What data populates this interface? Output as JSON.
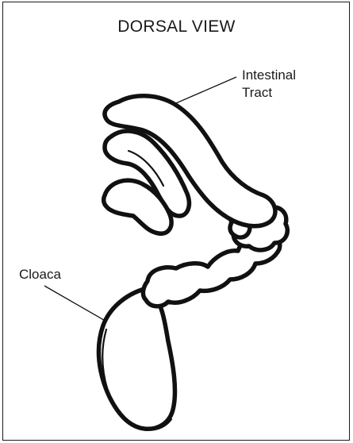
{
  "title": "DORSAL VIEW",
  "labels": {
    "intestinal_tract": "Intestinal\nTract",
    "cloaca": "Cloaca"
  }
}
